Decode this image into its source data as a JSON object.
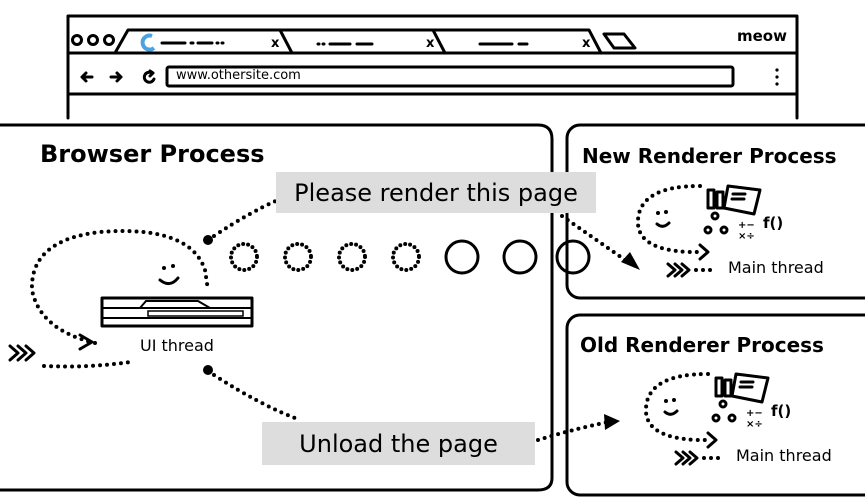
{
  "browser_window": {
    "profile_name": "meow",
    "address": "www.othersite.com",
    "tabs": [
      {
        "close": "x"
      },
      {
        "close": "x"
      },
      {
        "close": "x"
      }
    ],
    "loading_color": "#4aa3df"
  },
  "browser_process": {
    "title": "Browser Process",
    "ui_thread_label": "UI thread"
  },
  "new_renderer": {
    "title": "New Renderer Process",
    "main_thread_label": "Main thread"
  },
  "old_renderer": {
    "title": "Old Renderer Process",
    "main_thread_label": "Main thread"
  },
  "messages": {
    "render": "Please render this page",
    "unload": "Unload the page"
  },
  "colors": {
    "label_bg": "#dddddd",
    "stroke": "#000000"
  }
}
